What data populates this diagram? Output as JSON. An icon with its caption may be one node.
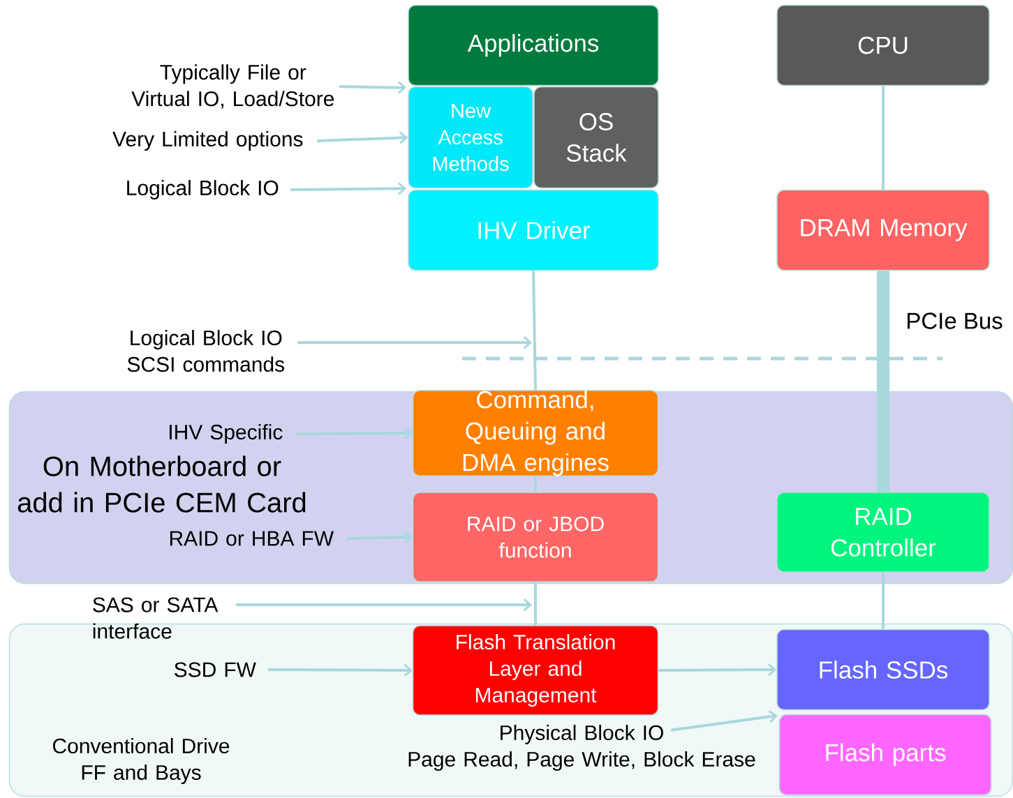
{
  "diagram": {
    "nodes": [
      {
        "text": [
          "Applications"
        ]
      },
      {
        "text": [
          "New Access Methods"
        ]
      },
      {
        "text": [
          "OS Stack"
        ]
      },
      {
        "text": [
          "IHV Driver"
        ]
      },
      {
        "text": [
          "CPU"
        ]
      },
      {
        "text": [
          "DRAM Memory"
        ]
      },
      {
        "text": [
          "On Motherboard or add in PCIe CEM Card"
        ]
      },
      {
        "text": [
          "Command, Queuing and DMA engines"
        ],
        "in": 6
      },
      {
        "text": [
          "RAID or JBOD function"
        ],
        "in": 6
      },
      {
        "text": [
          "RAID Controller"
        ],
        "in": 6
      },
      {
        "text": [
          "Conventional Drive FF and Bays"
        ]
      },
      {
        "text": [
          "Flash Translation Layer and Management"
        ],
        "in": 10
      },
      {
        "text": [
          "Flash SSDs"
        ],
        "in": 10
      },
      {
        "text": [
          "Flash parts"
        ],
        "in": 10
      },
      {
        "text": [
          "Typically File or Virtual IO, Load/Store"
        ]
      },
      {
        "text": [
          "Very Limited options"
        ]
      },
      {
        "text": [
          "Logical Block IO"
        ]
      },
      {
        "text": [
          "Logical Block IO SCSI commands"
        ]
      },
      {
        "text": [
          "IHV Specific"
        ],
        "in": 6
      },
      {
        "text": [
          "RAID or HBA FW"
        ],
        "in": 6
      },
      {
        "text": [
          "SAS or SATA interface"
        ]
      },
      {
        "text": [
          "SSD FW"
        ],
        "in": 10
      },
      {
        "text": [
          "Physical Block IO",
          "Page Read, Page Write, Block Erase"
        ],
        "in": 10
      }
    ],
    "edges": [
      {
        "from": 14,
        "to": 1,
        "arrow": "to"
      },
      {
        "from": 15,
        "to": 1,
        "arrow": "to"
      },
      {
        "from": 16,
        "to": 1,
        "arrow": "to"
      },
      {
        "from": 17,
        "to": null,
        "arrow": "to"
      },
      {
        "from": 18,
        "to": 7,
        "arrow": "to"
      },
      {
        "from": 19,
        "to": 8,
        "arrow": "to"
      },
      {
        "from": 20,
        "to": null,
        "arrow": "to"
      },
      {
        "from": 21,
        "to": 11,
        "arrow": "to"
      },
      {
        "from": 22,
        "to": 13,
        "arrow": "to"
      },
      {
        "from": 3,
        "to": 7,
        "arrow": "none"
      },
      {
        "from": 7,
        "to": 8,
        "arrow": "none"
      },
      {
        "from": 8,
        "to": 11,
        "arrow": "none"
      },
      {
        "from": 4,
        "to": 5,
        "arrow": "none"
      },
      {
        "from": 5,
        "to": 9,
        "arrow": "none",
        "style": "thick",
        "label": "PCIe Bus"
      },
      {
        "from": 9,
        "to": 12,
        "arrow": "none"
      },
      {
        "from": 11,
        "to": 12,
        "arrow": "to"
      }
    ]
  }
}
